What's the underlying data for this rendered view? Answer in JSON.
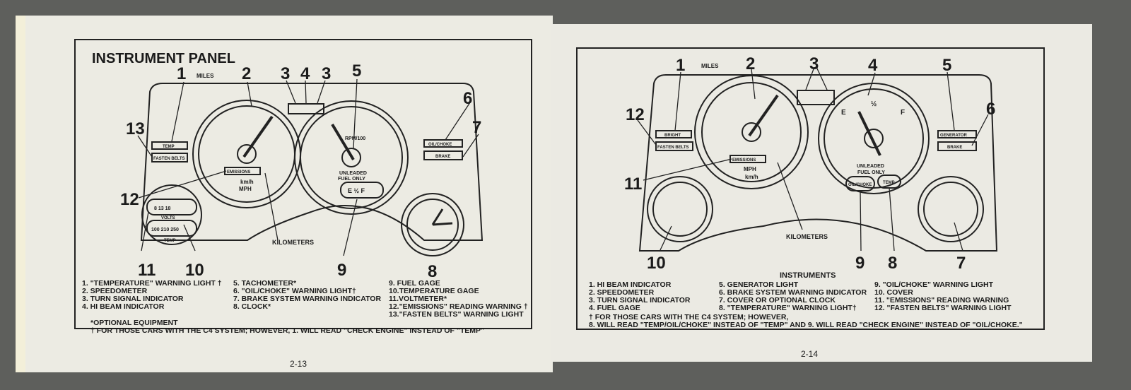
{
  "left_page": {
    "title": "INSTRUMENT PANEL",
    "page_number": "2-13",
    "callouts": [
      "1",
      "2",
      "3",
      "4",
      "3",
      "5",
      "6",
      "7",
      "13",
      "12",
      "11",
      "10",
      "9",
      "8"
    ],
    "labels": {
      "miles": "MILES",
      "kilometers": "KILOMETERS",
      "kmh": "km/h",
      "mph": "MPH",
      "temp": "TEMP",
      "fasten_belts": "FASTEN BELTS",
      "emissions": "EMISSIONS",
      "oil_choke": "OIL/CHOKE",
      "brake": "BRAKE",
      "rpm": "RPM/100",
      "unleaded": "UNLEADED",
      "fuel_only": "FUEL ONLY",
      "fuel_scale": "E  ½  F",
      "volts": "VOLTS",
      "temp_gage": "TEMP",
      "volt_scale": "8  13  18",
      "temp_scale": "100 210 250"
    },
    "legend": [
      [
        "1. \"TEMPERATURE\" WARNING LIGHT †",
        "2. SPEEDOMETER",
        "3. TURN SIGNAL INDICATOR",
        "4. HI BEAM INDICATOR"
      ],
      [
        "5. TACHOMETER*",
        "6. \"OIL/CHOKE\" WARNING LIGHT†",
        "7. BRAKE SYSTEM WARNING INDICATOR",
        "8. CLOCK*"
      ],
      [
        "9. FUEL GAGE",
        "10.TEMPERATURE GAGE",
        "11.VOLTMETER*",
        "12.\"EMISSIONS\" READING WARNING †",
        "13.\"FASTEN BELTS\" WARNING LIGHT"
      ]
    ],
    "footnote_optional": "*OPTIONAL EQUIPMENT",
    "footnote_c4": "† FOR THOSE CARS WITH THE C4 SYSTEM; HOWEVER, 1. WILL READ \"CHECK ENGINE\" INSTEAD OF \"TEMP\""
  },
  "right_page": {
    "page_number": "2-14",
    "heading": "INSTRUMENTS",
    "callouts": [
      "1",
      "2",
      "3",
      "4",
      "5",
      "6",
      "12",
      "11",
      "10",
      "9",
      "8",
      "7"
    ],
    "labels": {
      "miles": "MILES",
      "kilometers": "KILOMETERS",
      "mph": "MPH",
      "kmh": "km/h",
      "bright": "BRIGHT",
      "fasten_belts": "FASTEN BELTS",
      "emissions": "EMISSIONS",
      "generator": "GENERATOR",
      "brake": "BRAKE",
      "unleaded": "UNLEADED",
      "fuel_only": "FUEL ONLY",
      "oil_choke": "OIL/CHOKE",
      "temp": "TEMP",
      "e": "E",
      "half": "½",
      "f": "F"
    },
    "legend": [
      [
        "1. HI BEAM INDICATOR",
        "2. SPEEDOMETER",
        "3. TURN SIGNAL INDICATOR",
        "4. FUEL GAGE"
      ],
      [
        "5. GENERATOR LIGHT",
        "6. BRAKE SYSTEM WARNING INDICATOR",
        "7. COVER OR OPTIONAL CLOCK",
        "8. \"TEMPERATURE\" WARNING LIGHT†"
      ],
      [
        "9. \"OIL/CHOKE\" WARNING LIGHT",
        "10. COVER",
        "11. \"EMISSIONS\" READING WARNING",
        "12. \"FASTEN BELTS\" WARNING LIGHT"
      ]
    ],
    "footnote_1": "† FOR THOSE CARS WITH THE C4 SYSTEM; HOWEVER,",
    "footnote_2": "8. WILL READ \"TEMP/OIL/CHOKE\" INSTEAD OF \"TEMP\" AND 9. WILL READ \"CHECK ENGINE\" INSTEAD OF \"OIL/CHOKE.\""
  }
}
